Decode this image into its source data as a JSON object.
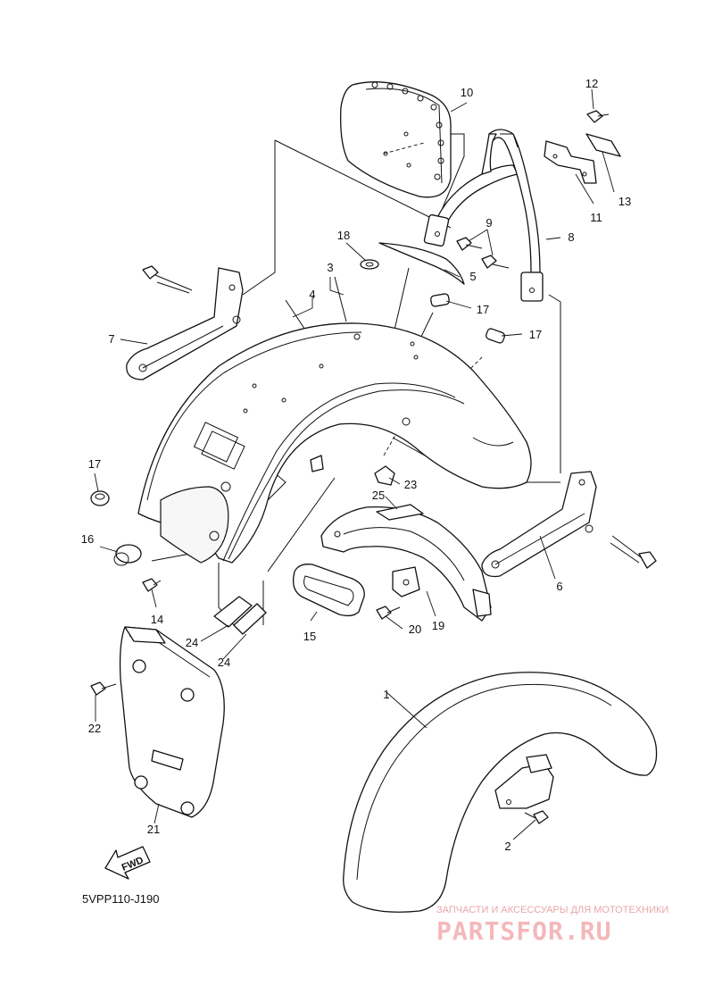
{
  "diagram": {
    "code": "5VPP110-J190",
    "fwd_label": "FWD",
    "callouts": [
      {
        "id": "c1",
        "label": "1"
      },
      {
        "id": "c2",
        "label": "2"
      },
      {
        "id": "c3",
        "label": "3"
      },
      {
        "id": "c4",
        "label": "4"
      },
      {
        "id": "c5",
        "label": "5"
      },
      {
        "id": "c6",
        "label": "6"
      },
      {
        "id": "c7",
        "label": "7"
      },
      {
        "id": "c8",
        "label": "8"
      },
      {
        "id": "c9",
        "label": "9"
      },
      {
        "id": "c10",
        "label": "10"
      },
      {
        "id": "c11",
        "label": "11"
      },
      {
        "id": "c12",
        "label": "12"
      },
      {
        "id": "c13",
        "label": "13"
      },
      {
        "id": "c14",
        "label": "14"
      },
      {
        "id": "c15",
        "label": "15"
      },
      {
        "id": "c16",
        "label": "16"
      },
      {
        "id": "c17a",
        "label": "17"
      },
      {
        "id": "c17b",
        "label": "17"
      },
      {
        "id": "c17c",
        "label": "17"
      },
      {
        "id": "c18",
        "label": "18"
      },
      {
        "id": "c19",
        "label": "19"
      },
      {
        "id": "c20",
        "label": "20"
      },
      {
        "id": "c21",
        "label": "21"
      },
      {
        "id": "c22",
        "label": "22"
      },
      {
        "id": "c23",
        "label": "23"
      },
      {
        "id": "c24a",
        "label": "24"
      },
      {
        "id": "c24b",
        "label": "24"
      },
      {
        "id": "c25",
        "label": "25"
      }
    ]
  },
  "watermark": {
    "tagline": "ЗАПЧАСТИ И АКСЕССУАРЫ ДЛЯ МОТОТЕХНИКИ",
    "brand": "PARTSFOR.RU",
    "color": "#f4b8ba"
  }
}
